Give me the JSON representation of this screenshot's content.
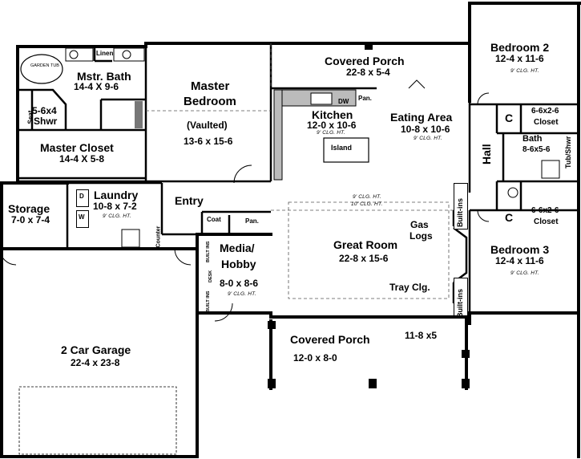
{
  "rooms": {
    "mstr_bath": {
      "name": "Mstr. Bath",
      "dim": "14-4 X 9-6"
    },
    "master_bedroom": {
      "name1": "Master",
      "name2": "Bedroom",
      "vaulted": "(Vaulted)",
      "dim": "13-6 x 15-6"
    },
    "master_closet": {
      "name": "Master Closet",
      "dim": "14-4 X 5-8"
    },
    "shower": {
      "name1": "5-6x4",
      "name2": "Shwr",
      "seat": "Seat"
    },
    "garden_tub": "GARDEN TUB",
    "linen": "Linen",
    "covered_porch_rear": {
      "name": "Covered Porch",
      "dim": "22-8 x 5-4"
    },
    "kitchen": {
      "name": "Kitchen",
      "dim": "12-0 x 10-6",
      "clg": "9' CLG. HT."
    },
    "island": "Island",
    "dw": "DW",
    "pan_kitchen": "Pan.",
    "eating_area": {
      "name": "Eating Area",
      "dim": "10-8 x 10-6",
      "clg": "9' CLG. HT."
    },
    "bedroom2": {
      "name": "Bedroom 2",
      "dim": "12-4 x 11-6",
      "clg": "9' CLG. HT."
    },
    "closet_upper": {
      "c": "C",
      "dim": "6-6x2-6",
      "name": "Closet"
    },
    "bath": {
      "name": "Bath",
      "dim": "8-6x5-6",
      "tub": "Tub/Shwr"
    },
    "closet_lower": {
      "c": "C",
      "dim": "6-6x2-6",
      "name": "Closet"
    },
    "hall": "Hall",
    "bedroom3": {
      "name": "Bedroom 3",
      "dim": "12-4 x 11-6",
      "clg": "9' CLG. HT."
    },
    "storage": {
      "name": "Storage",
      "dim": "7-0 x 7-4"
    },
    "laundry": {
      "name": "Laundry",
      "dim": "10-8 x 7-2",
      "clg": "9' CLG. HT.",
      "d": "D",
      "w": "W",
      "counter": "Counter"
    },
    "entry": "Entry",
    "coat": "Coat",
    "pan_entry": "Pan.",
    "media": {
      "name1": "Media/",
      "name2": "Hobby",
      "dim": "8-0 x 8-6",
      "clg": "9' CLG. HT.",
      "built_ins_top": "BUILT INS",
      "built_ins_bottom": "BUILT INS",
      "desk": "DESK"
    },
    "great_room": {
      "name": "Great Room",
      "dim": "22-8 x 15-6",
      "clg1": "9' CLG. HT.",
      "clg2": "10' CLG. HT.",
      "tray": "Tray Clg.",
      "gas1": "Gas",
      "gas2": "Logs"
    },
    "built_ins_upper": "Built-ins",
    "built_ins_lower": "Built-ins",
    "covered_porch_front": {
      "name": "Covered Porch",
      "dim": "12-0 x 8-0",
      "dim2": "11-8 x5"
    },
    "garage": {
      "name": "2 Car Garage",
      "dim": "22-4 x 23-8"
    }
  }
}
